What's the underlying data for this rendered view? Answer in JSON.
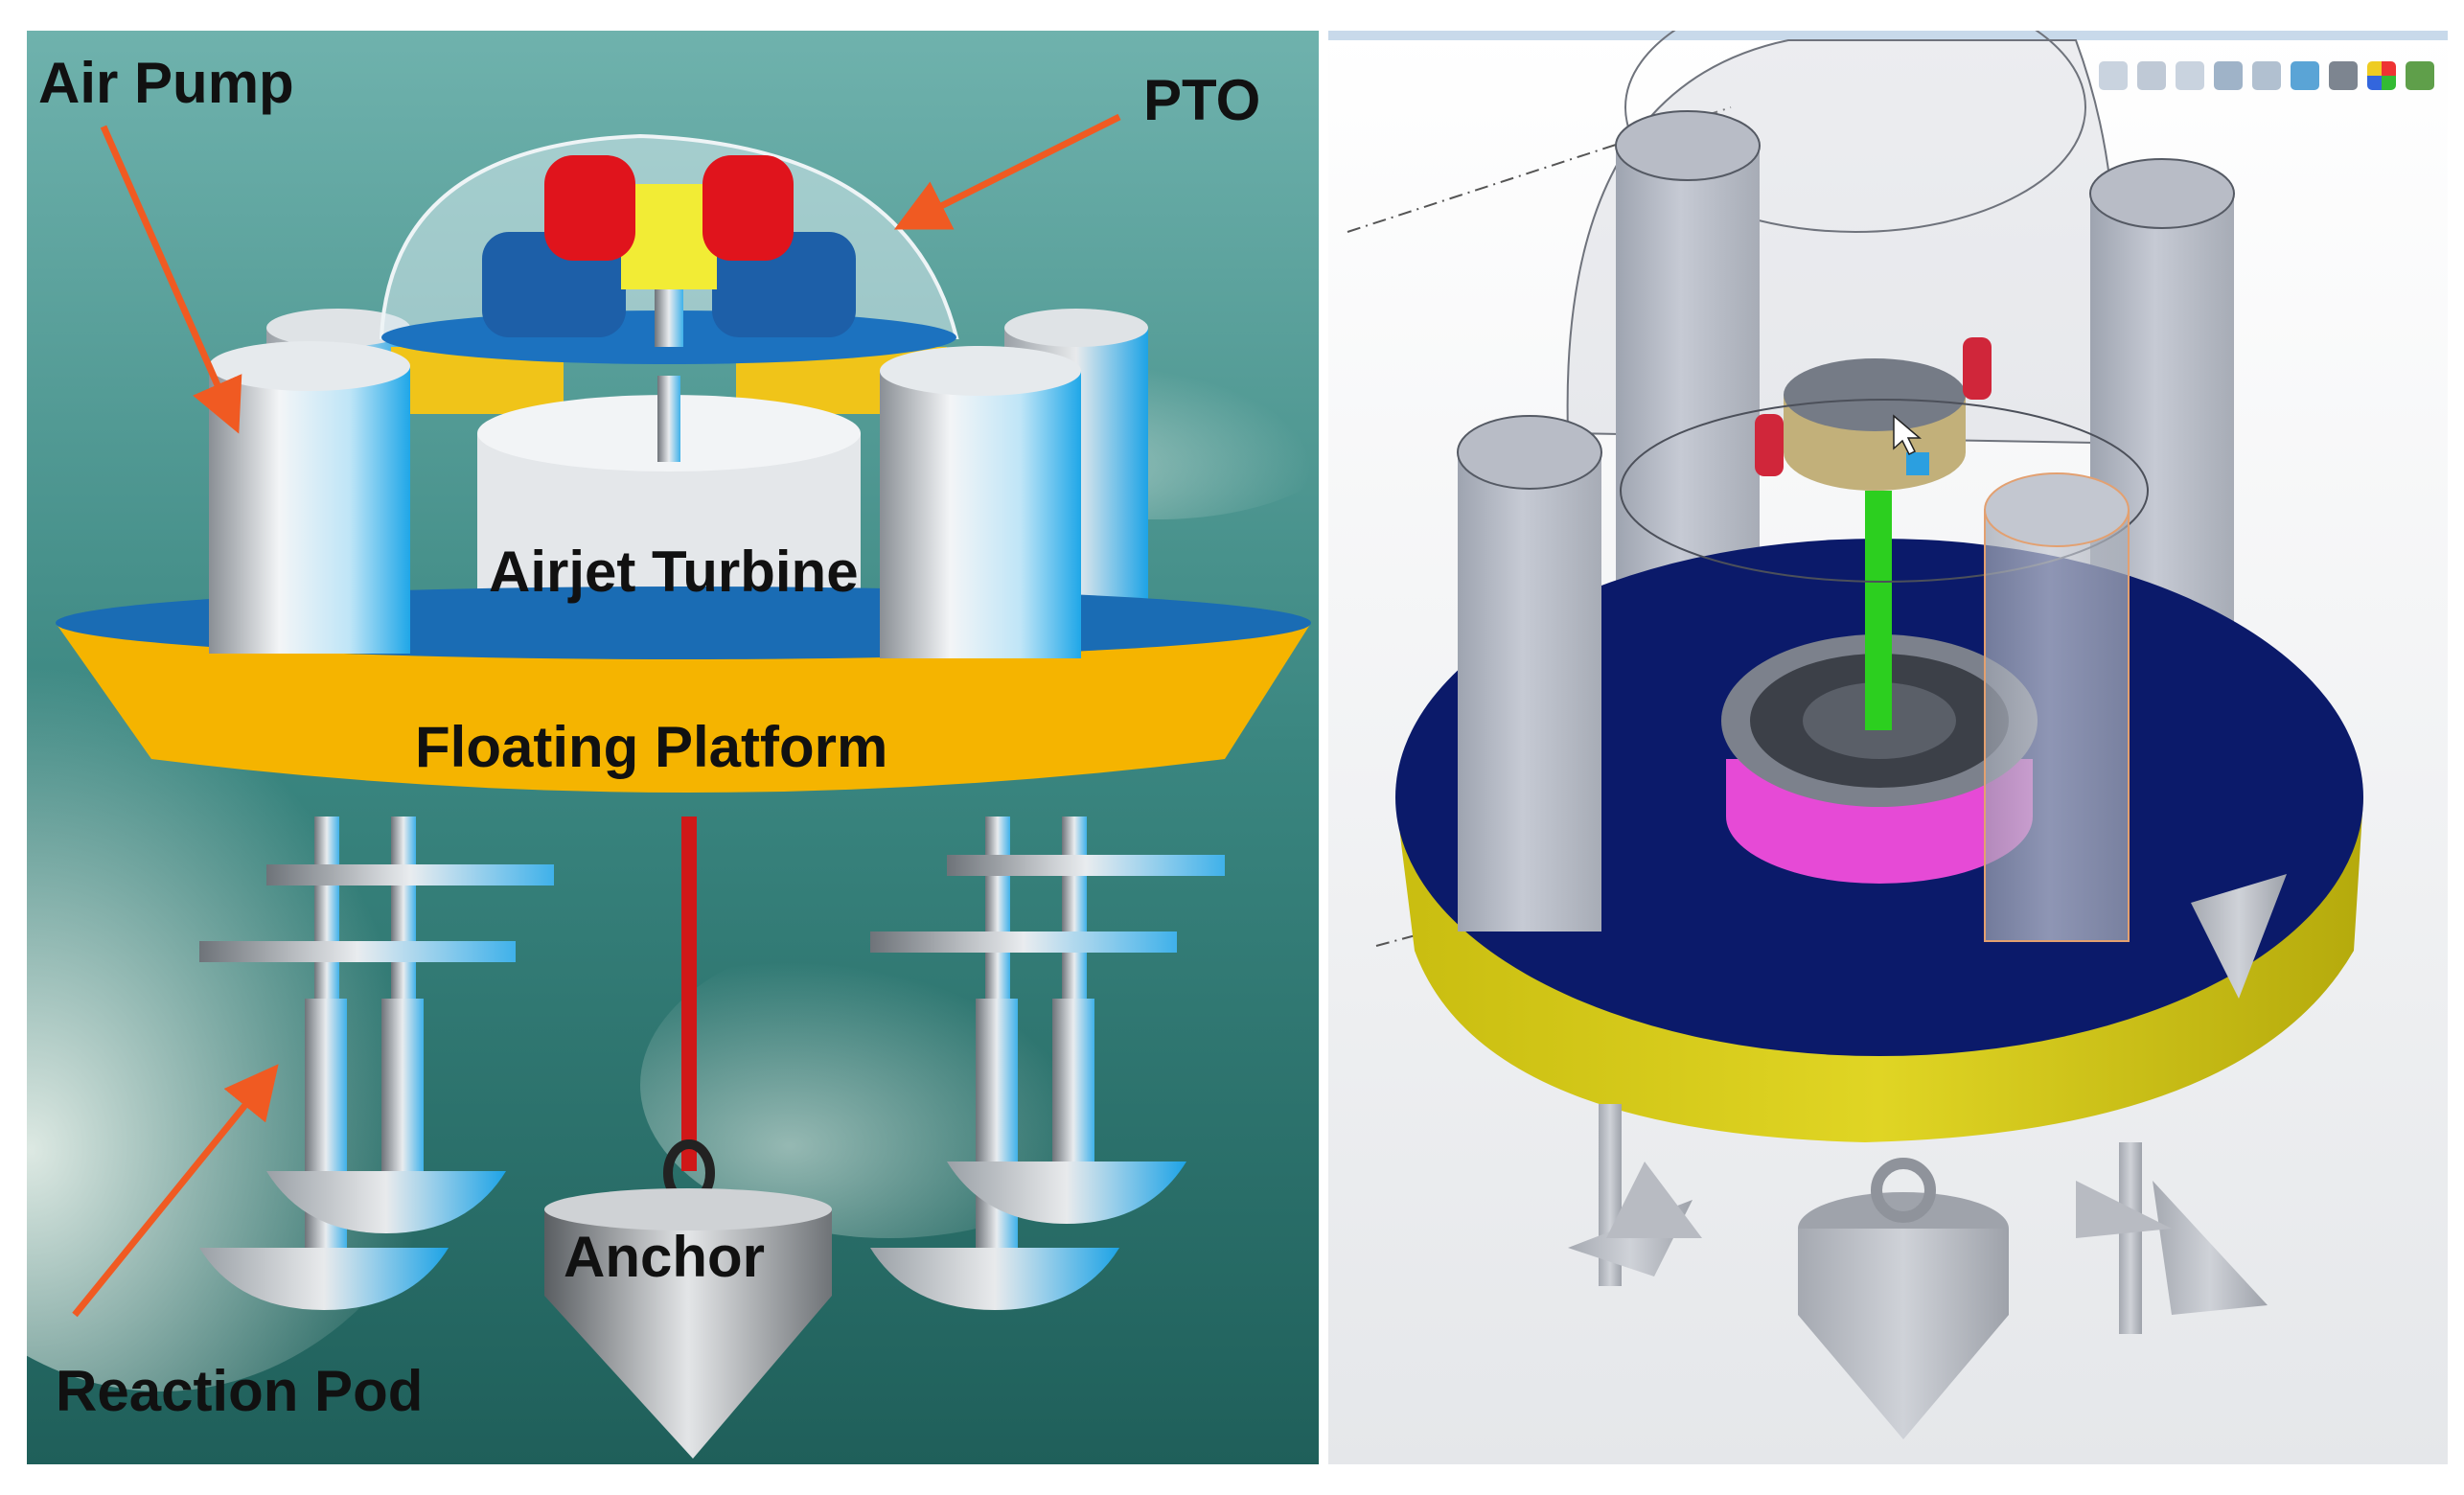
{
  "labels": {
    "air_pump": "Air Pump",
    "pto": "PTO",
    "airjet_turbine": "Airjet Turbine",
    "floating_platform": "Floating Platform",
    "anchor": "Anchor",
    "reaction_pod": "Reaction Pod"
  },
  "colors": {
    "water": "#3f8a84",
    "platform_body": "#f5b400",
    "platform_deck": "#1a6cb4",
    "arrows": "#f05a22",
    "pto_magnets": "#e0141c",
    "cad_deck": "#0b1a6a",
    "cad_body": "#d8cf1a",
    "cad_ring": "#e64ad6",
    "cad_shaft": "#2ccf1f"
  },
  "toolbar_icons": [
    "zoom-to-fit-icon",
    "zoom-area-icon",
    "previous-view-icon",
    "section-view-icon",
    "view-orientation-icon",
    "display-style-icon",
    "hide-show-icon",
    "appearance-icon",
    "scene-icon"
  ]
}
